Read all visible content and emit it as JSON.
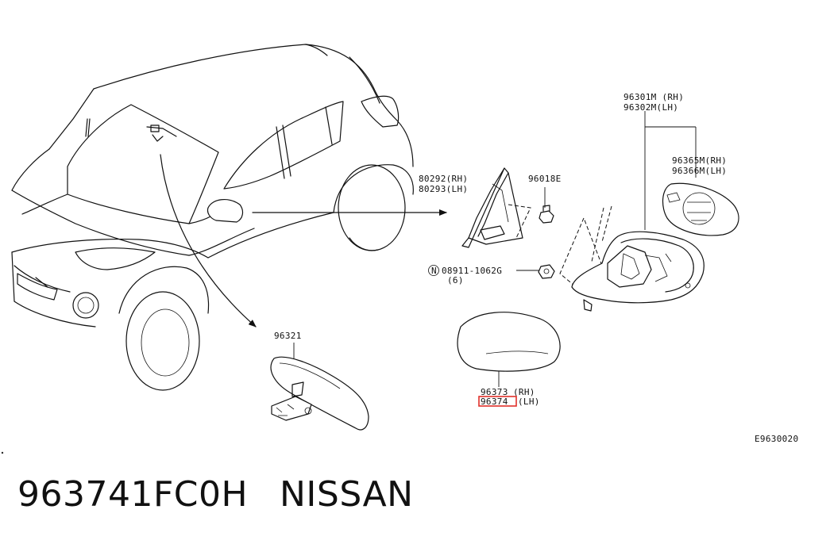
{
  "diagram": {
    "code": "E9630020",
    "callouts": {
      "mirror_assy_rh": "96301M (RH)",
      "mirror_assy_lh": "96302M(LH)",
      "glass_rh": "96365M(RH)",
      "glass_lh": "96366M(LH)",
      "finisher_rh": "80292(RH)",
      "finisher_lh": "80293(LH)",
      "nut": "96018E",
      "bolt_symbol": "N",
      "bolt_part": "08911-1062G",
      "bolt_qty": "(6)",
      "inside_mirror": "96321",
      "cover_rh_num": "96373",
      "cover_rh_side": "(RH)",
      "cover_lh_num": "96374",
      "cover_lh_side": "(LH)"
    },
    "highlight_color": "#e0302a"
  },
  "caption": {
    "part_number": "963741FC0H",
    "brand": "NISSAN"
  }
}
